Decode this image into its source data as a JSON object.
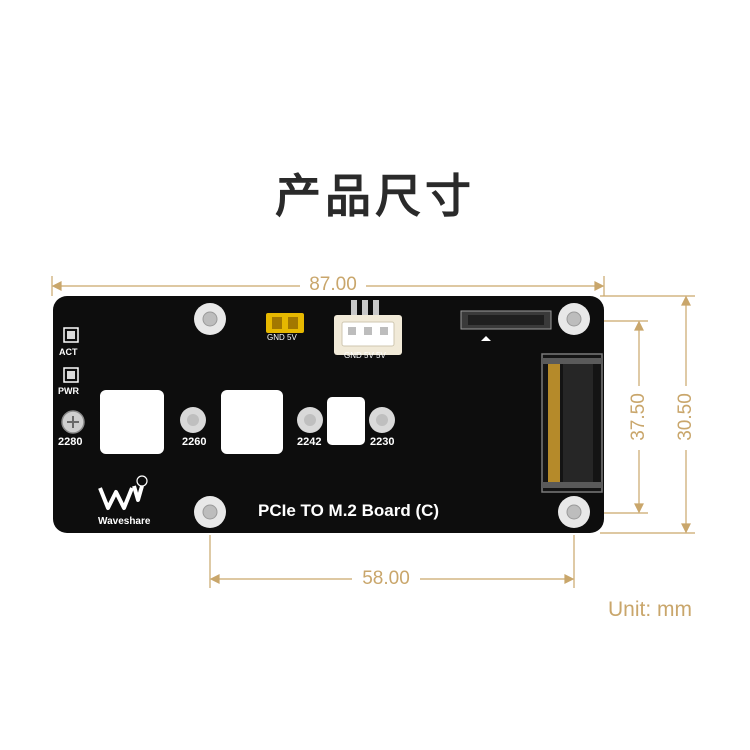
{
  "title": "产品尺寸",
  "unit_label": "Unit: mm",
  "dimensions": {
    "width": "87.00",
    "hole_spacing_horizontal": "58.00",
    "hole_spacing_vertical": "37.50",
    "height": "30.50"
  },
  "board": {
    "name": "PCIe TO M.2 Board (C)",
    "brand": "Waveshare",
    "led_labels": [
      "ACT",
      "PWR"
    ],
    "size_labels": [
      "2280",
      "2260",
      "2242",
      "2230"
    ],
    "header_label": "GND 5V",
    "connector_label": "GND 5V 5V"
  },
  "colors": {
    "pcb": "#0d0d0d",
    "dimension": "#c9a66b",
    "silkscreen": "#ffffff",
    "header": "#e6b800"
  }
}
